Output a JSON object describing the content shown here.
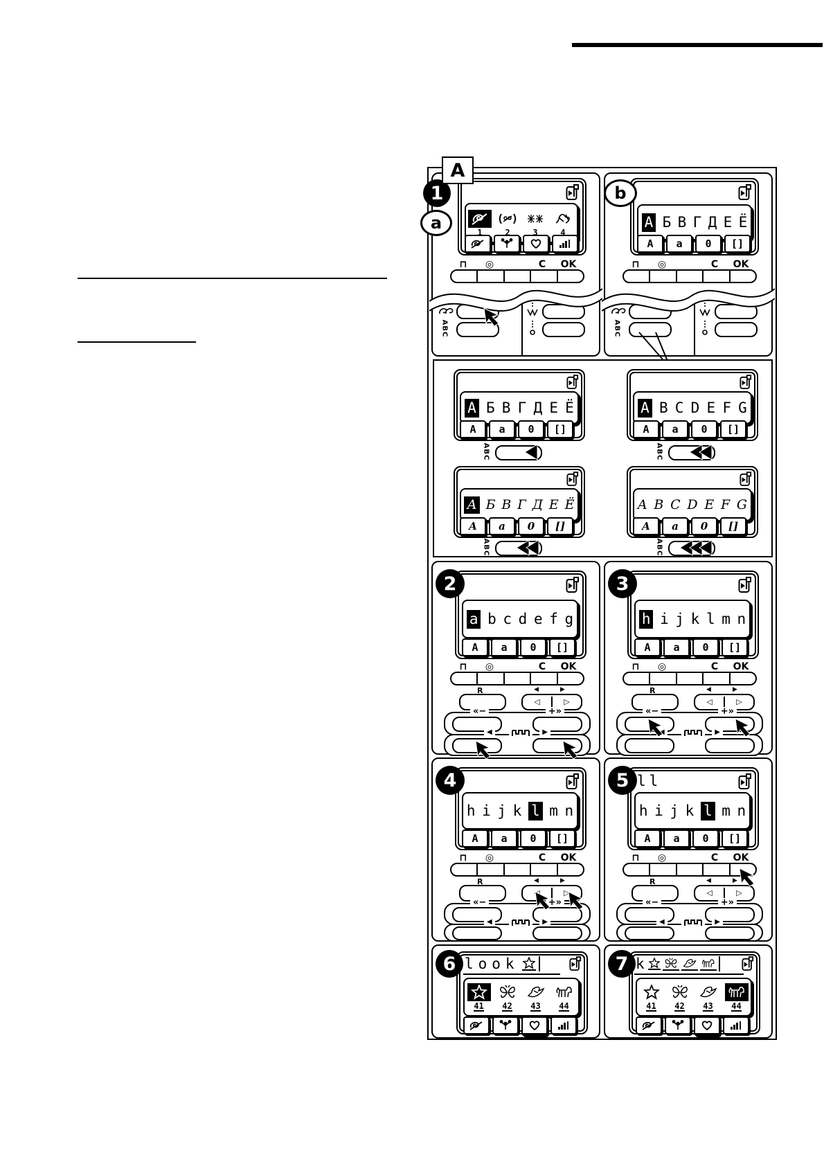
{
  "section": {
    "label": "A"
  },
  "badges": {
    "p1": "1",
    "p1a": "a",
    "p1b": "b",
    "p2": "2",
    "p3": "3",
    "p4": "4",
    "p5": "5",
    "p6": "6",
    "p7": "7"
  },
  "buttons": {
    "clear": "C",
    "ok": "OK",
    "reverse": "R",
    "font": "ABC"
  },
  "icons": {
    "pin": "⊓",
    "target": "◎",
    "tri_left": "◀",
    "tri_right": "▶",
    "tri_left_open": "◁",
    "tri_right_open": "▷",
    "rew_minus": "«−",
    "fwd_plus": "+»"
  },
  "tabs_letters": {
    "upper": "A",
    "lower": "a",
    "digits": "0",
    "symbols": "[]"
  },
  "screens": {
    "cyr_upper": {
      "chars": [
        "А",
        "Б",
        "В",
        "Г",
        "Д",
        "Е",
        "Ё"
      ]
    },
    "lat_upper": {
      "chars": [
        "A",
        "B",
        "C",
        "D",
        "E",
        "F",
        "G"
      ]
    },
    "lat_lower_a": {
      "chars": [
        "a",
        "b",
        "c",
        "d",
        "e",
        "f",
        "g"
      ]
    },
    "lat_lower_h": {
      "chars": [
        "h",
        "i",
        "j",
        "k",
        "l",
        "m",
        "n"
      ]
    },
    "entry_p5": "ll",
    "entry_p6": "look",
    "entry_p7_prefix": "k"
  },
  "stitch_numbers": [
    "1",
    "2",
    "3",
    "4"
  ],
  "pattern_numbers": [
    "41",
    "42",
    "43",
    "44"
  ]
}
